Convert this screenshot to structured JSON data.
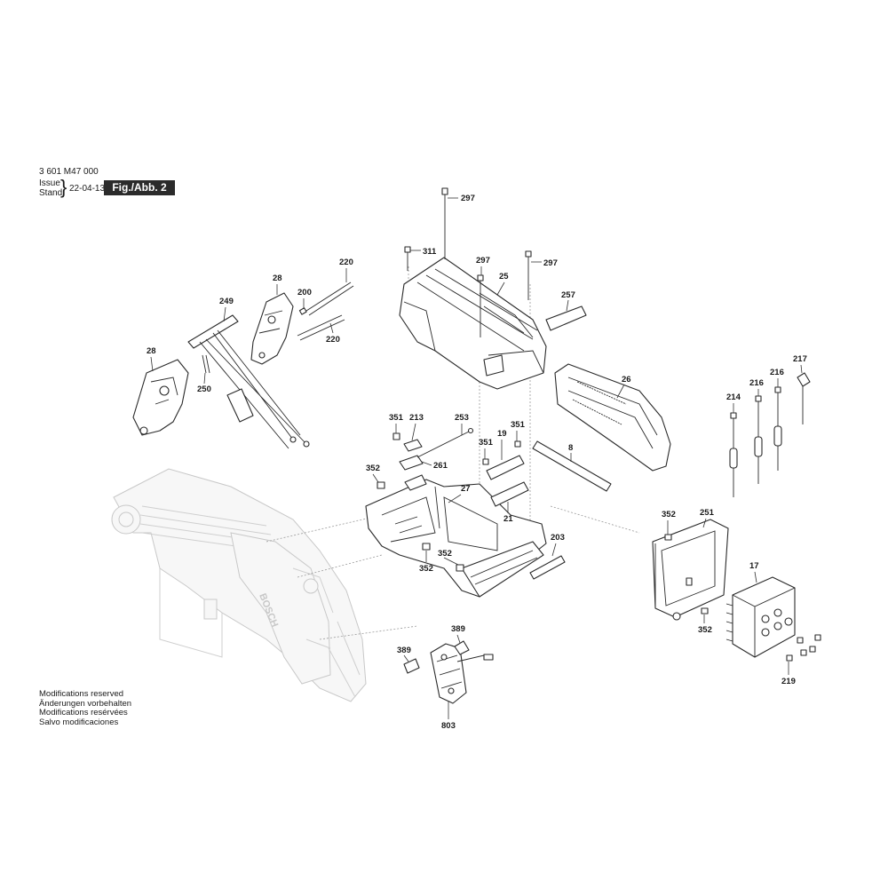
{
  "header": {
    "part_number": "3 601 M47 000",
    "issue_label": "Issue",
    "stand_label": "Stand",
    "issue_date": "22-04-13",
    "figure": "Fig./Abb. 2"
  },
  "notes": [
    "Modifications reserved",
    "Änderungen vorbehalten",
    "Modifications resérvées",
    "Salvo modificaciones"
  ],
  "brand_watermark": "BOSCH",
  "parts": {
    "p297a": "297",
    "p297b": "297",
    "p297c": "297",
    "p311": "311",
    "p25": "25",
    "p257": "257",
    "p26": "26",
    "p8": "8",
    "p28a": "28",
    "p28b": "28",
    "p220a": "220",
    "p220b": "220",
    "p200": "200",
    "p249": "249",
    "p250": "250",
    "p351a": "351",
    "p351b": "351",
    "p351c": "351",
    "p213": "213",
    "p253": "253",
    "p19": "19",
    "p261": "261",
    "p352a": "352",
    "p352b": "352",
    "p352c": "352",
    "p352d": "352",
    "p352e": "352",
    "p27": "27",
    "p21": "21",
    "p203": "203",
    "p214": "214",
    "p216a": "216",
    "p216b": "216",
    "p217": "217",
    "p251": "251",
    "p17": "17",
    "p219": "219",
    "p389a": "389",
    "p389b": "389",
    "p803": "803"
  }
}
